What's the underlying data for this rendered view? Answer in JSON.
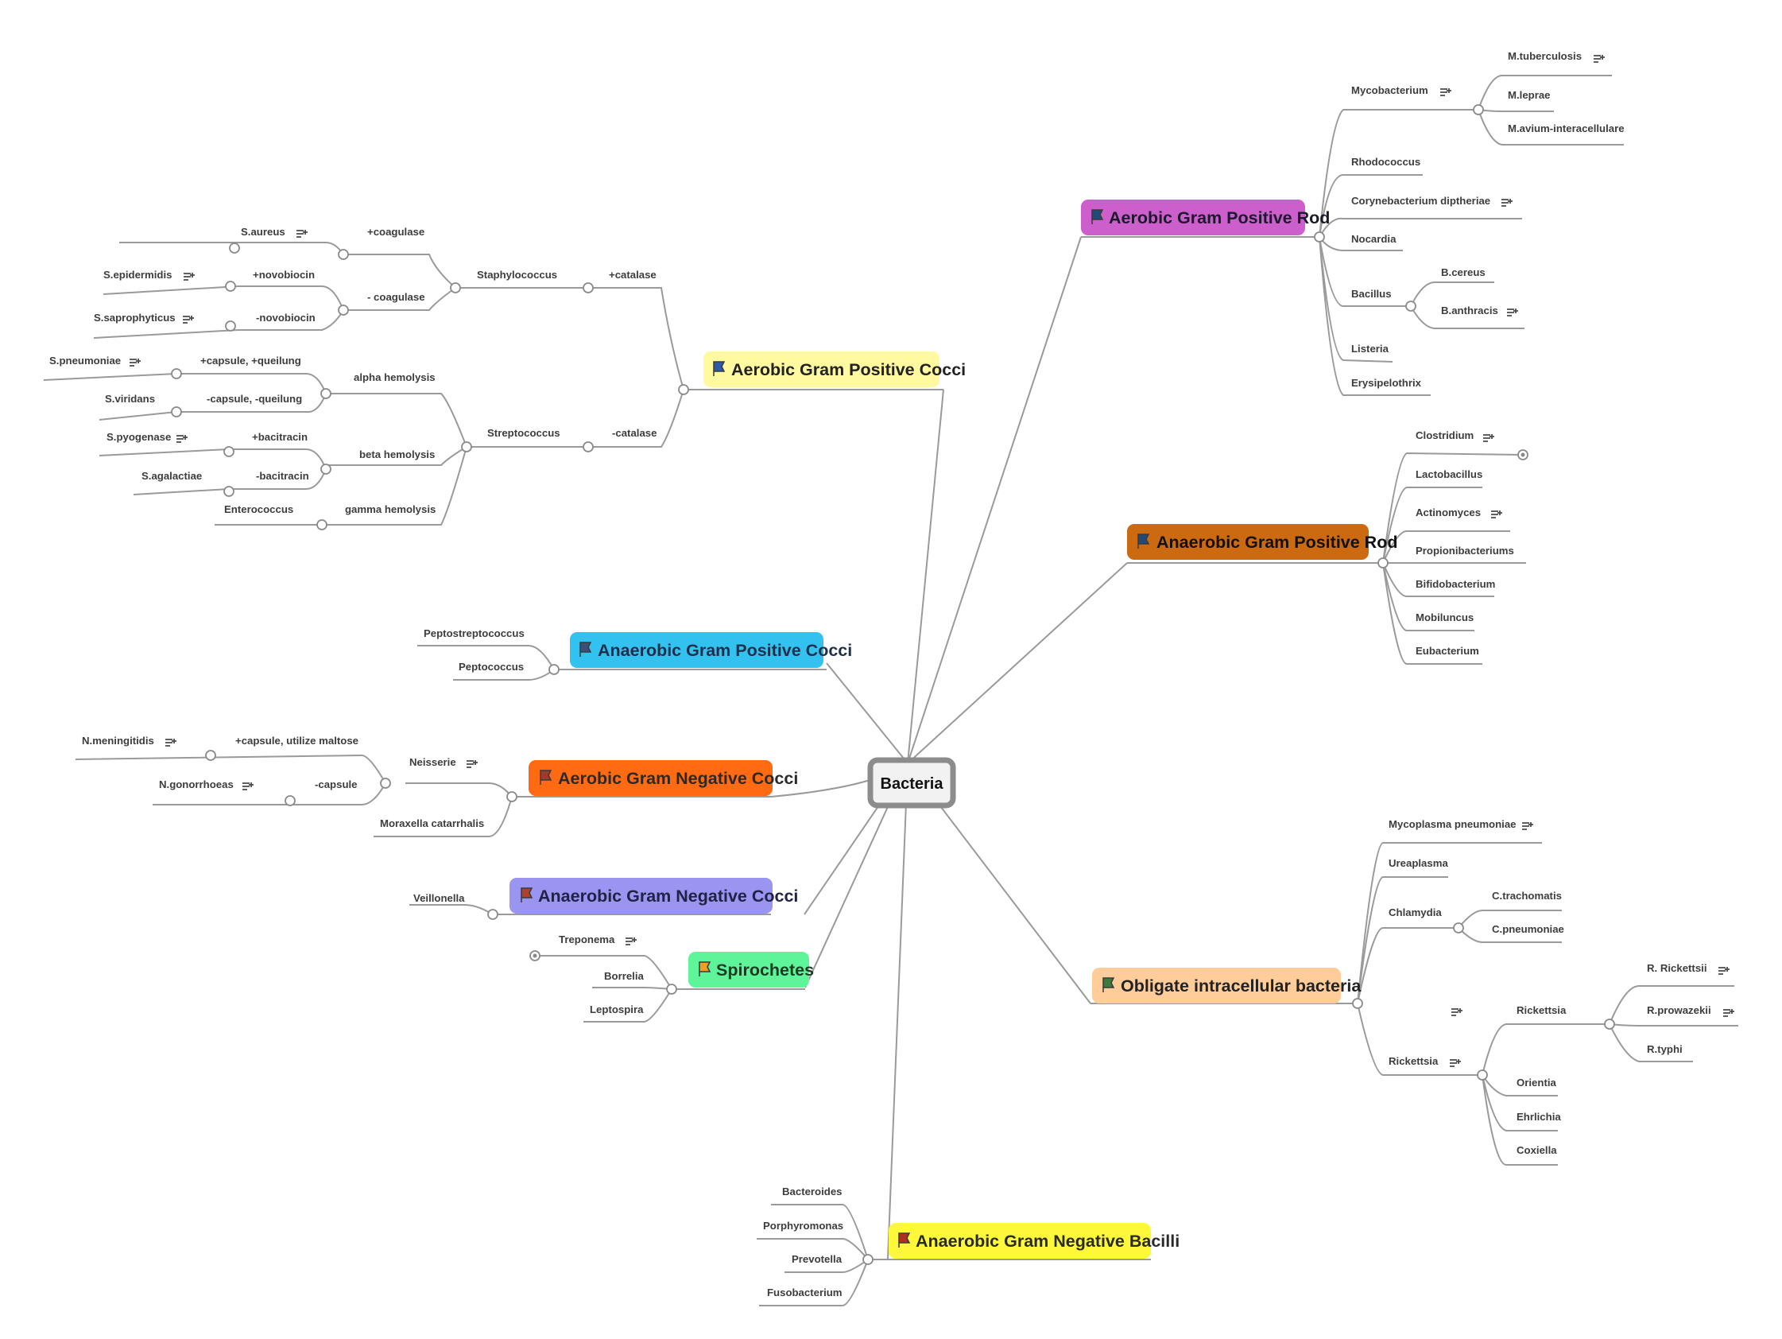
{
  "root": "Bacteria",
  "branches": {
    "aerobic_gp_cocci": {
      "label": "Aerobic Gram Positive Cocci",
      "color": "#fff9a0",
      "text_color": "#222222",
      "flag": "#2a5aa8",
      "staphylococcus": "Staphylococcus",
      "catalase_pos": "+catalase",
      "catalase_neg": "-catalase",
      "coag_pos": "+coagulase",
      "coag_neg": "- coagulase",
      "s_aureus": "S.aureus",
      "novobiocin_pos": "+novobiocin",
      "novobiocin_neg": "-novobiocin",
      "s_epidermidis": "S.epidermidis",
      "s_saprophyticus": "S.saprophyticus",
      "streptococcus": "Streptococcus",
      "alpha": "alpha hemolysis",
      "beta": "beta hemolysis",
      "gamma": "gamma hemolysis",
      "capsule_pos": "+capsule, +queilung",
      "capsule_neg": "-capsule, -queilung",
      "s_pneumoniae": "S.pneumoniae",
      "s_viridans": "S.viridans",
      "bacitracin_pos": "+bacitracin",
      "bacitracin_neg": "-bacitracin",
      "s_pyogenase": "S.pyogenase",
      "s_agalactiae": "S.agalactiae",
      "enterococcus": "Enterococcus"
    },
    "anaerobic_gp_cocci": {
      "label": "Anaerobic Gram Positive Cocci",
      "color": "#33c2f0",
      "text_color": "#1f2f4a",
      "flag": "#3a4f7a",
      "items": [
        "Peptostreptococcus",
        "Peptococcus"
      ]
    },
    "aerobic_gn_cocci": {
      "label": "Aerobic Gram Negative Cocci",
      "color": "#ff6a12",
      "text_color": "#2a2a2a",
      "flag": "#a03a2a",
      "neisserie": "Neisserie",
      "capsule_maltose": "+capsule, utilize maltose",
      "capsule_neg": "-capsule",
      "n_meningitidis": "N.meningitidis",
      "n_gonorrhoeas": "N.gonorrhoeas",
      "moraxella": "Moraxella catarrhalis"
    },
    "anaerobic_gn_cocci": {
      "label": "Anaerobic Gram Negative Cocci",
      "color": "#9b95f2",
      "text_color": "#222244",
      "flag": "#b04030",
      "items": [
        "Veillonella"
      ]
    },
    "spirochetes": {
      "label": "Spirochetes",
      "color": "#5ef59a",
      "text_color": "#1e3a22",
      "flag": "#f0a020",
      "items": [
        "Treponema",
        "Borrelia",
        "Leptospira"
      ]
    },
    "anaerobic_gn_bacilli": {
      "label": "Anaerobic Gram Negative Bacilli",
      "color": "#fdf93a",
      "text_color": "#2a2a2a",
      "flag": "#b03020",
      "items": [
        "Bacteroides",
        "Porphyromonas",
        "Prevotella",
        "Fusobacterium"
      ]
    },
    "aerobic_gp_rod": {
      "label": "Aerobic Gram Positive Rod",
      "color": "#cc5fcc",
      "text_color": "#1a1a2a",
      "flag": "#1f4a7a",
      "mycobacterium": "Mycobacterium",
      "myco_items": [
        "M.tuberculosis",
        "M.leprae",
        "M.avium-interacellulare"
      ],
      "rhodococcus": "Rhodococcus",
      "corynebacterium": "Corynebacterium diptheriae",
      "nocardia": "Nocardia",
      "bacillus": "Bacillus",
      "bacillus_items": [
        "B.cereus",
        "B.anthracis"
      ],
      "listeria": "Listeria",
      "erysipelothrix": "Erysipelothrix"
    },
    "anaerobic_gp_rod": {
      "label": "Anaerobic Gram Positive Rod",
      "color": "#cc6a12",
      "text_color": "#111111",
      "flag": "#1f4a7a",
      "items": [
        "Clostridium",
        "Lactobacillus",
        "Actinomyces",
        "Propionibacteriums",
        "Bifidobacterium",
        "Mobiluncus",
        "Eubacterium"
      ]
    },
    "obligate_intracellular": {
      "label": "Obligate  intracellular bacteria",
      "color": "#ffcc9a",
      "text_color": "#222222",
      "flag": "#3a7a3a",
      "mycoplasma": "Mycoplasma pneumoniae",
      "ureaplasma": "Ureaplasma",
      "chlamydia": "Chlamydia",
      "chlamydia_items": [
        "C.trachomatis",
        "C.pneumoniae"
      ],
      "rickettsia_group": "Rickettsia",
      "rickettsia": "Rickettsia",
      "rickettsia_items": [
        "R. Rickettsii",
        "R.prowazekii",
        "R.typhi"
      ],
      "others": [
        "Orientia",
        "Ehrlichia",
        "Coxiella"
      ]
    }
  },
  "colors": {
    "line": "#9a9a9a",
    "root_border": "#8c8c8c",
    "note_icon": "#4a4a4a"
  }
}
